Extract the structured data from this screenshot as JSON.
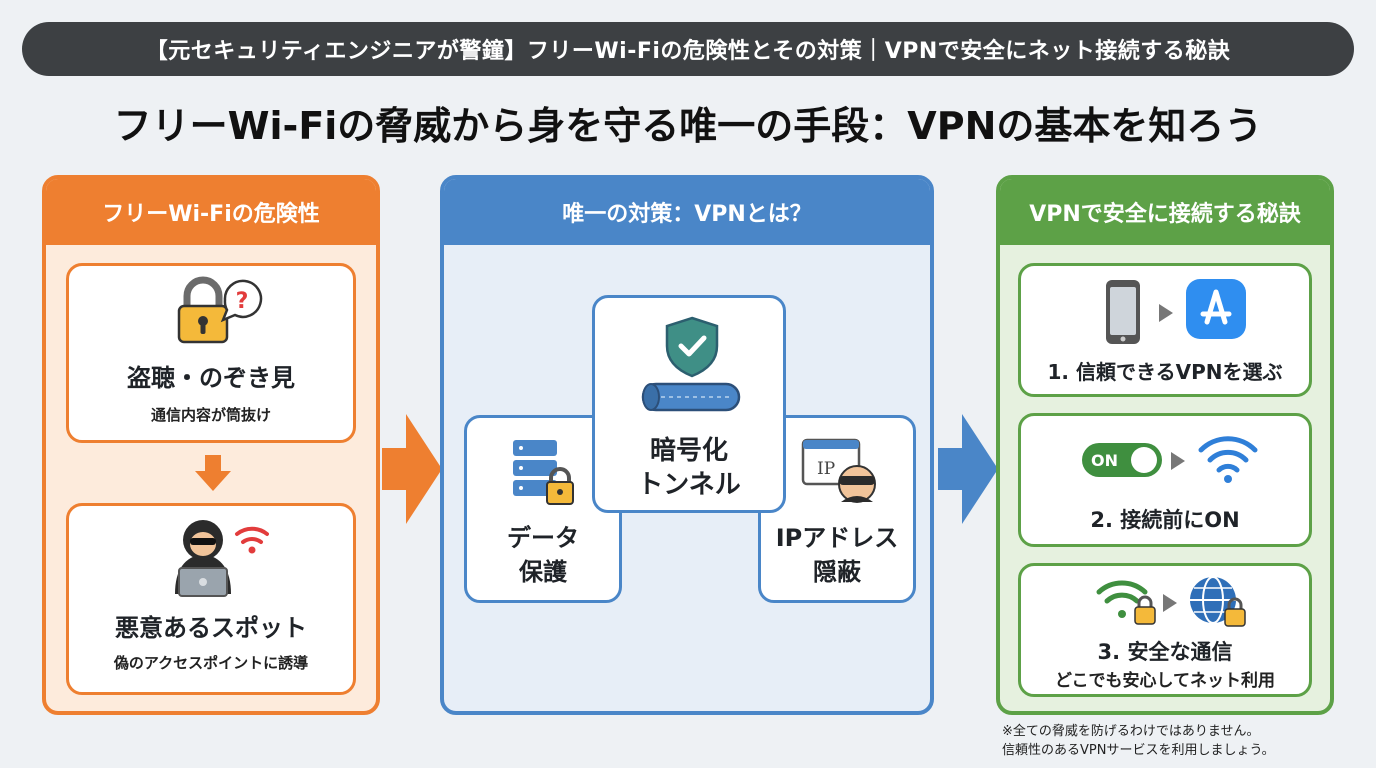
{
  "banner": "【元セキュリティエンジニアが警鐘】フリーWi-Fiの危険性とその対策｜VPNで安全にネット接続する秘訣",
  "main_title": "フリーWi-Fiの脅威から身を守る唯一の手段：VPNの基本を知ろう",
  "left_panel": {
    "header": "フリーWi-Fiの危険性",
    "card1": {
      "icon": "padlock-question-icon",
      "title": "盗聴・のぞき見",
      "subtitle": "通信内容が筒抜け"
    },
    "card2": {
      "icon": "hacker-wifi-icon",
      "title": "悪意あるスポット",
      "subtitle": "偽のアクセスポイントに誘導"
    }
  },
  "mid_panel": {
    "header": "唯一の対策：VPNとは？",
    "center_card": {
      "icon": "shield-tunnel-icon",
      "title_line1": "暗号化",
      "title_line2": "トンネル"
    },
    "left_card": {
      "icon": "server-lock-icon",
      "title_line1": "データ",
      "title_line2": "保護"
    },
    "right_card": {
      "icon": "ip-masked-icon",
      "title_line1": "IPアドレス",
      "title_line2": "隠蔽",
      "ip_label": "IP"
    }
  },
  "right_panel": {
    "header": "VPNで安全に接続する秘訣",
    "step1": {
      "icons": [
        "smartphone-icon",
        "app-store-icon"
      ],
      "label": "1. 信頼できるVPNを選ぶ"
    },
    "step2": {
      "icons": [
        "toggle-on-icon",
        "wifi-icon"
      ],
      "toggle_label": "ON",
      "label": "2. 接続前にON"
    },
    "step3": {
      "icons": [
        "wifi-lock-icon",
        "globe-lock-icon"
      ],
      "label": "3. 安全な通信",
      "subtitle": "どこでも安心してネット利用"
    }
  },
  "note_line1": "※全ての脅威を防げるわけではありません。",
  "note_line2": "信頼性のあるVPNサービスを利用しましょう。",
  "colors": {
    "orange": "#ee7f30",
    "blue": "#4a86c8",
    "green": "#5da147",
    "banner": "#3d4043"
  }
}
